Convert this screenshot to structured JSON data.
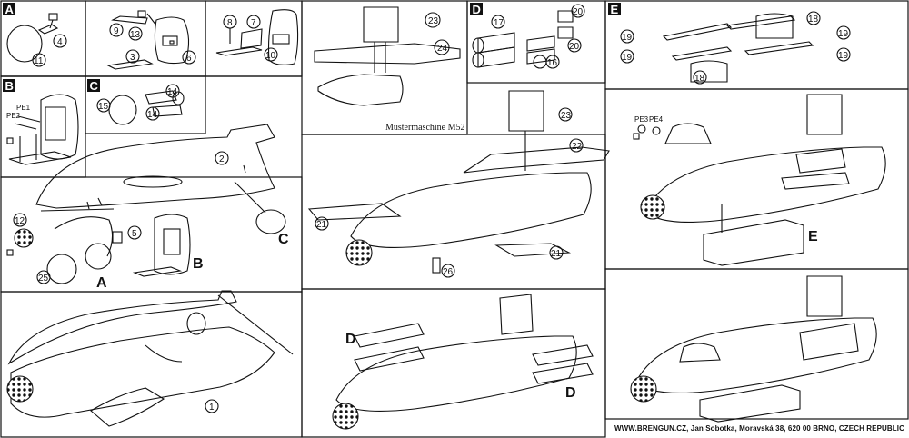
{
  "sections": {
    "a": "A",
    "b": "B",
    "c": "C",
    "d": "D",
    "e": "E"
  },
  "part_numbers": {
    "p1": "1",
    "p2": "2",
    "p3": "3",
    "p4": "4",
    "p5": "5",
    "p6": "6",
    "p7": "7",
    "p8": "8",
    "p9": "9",
    "p10": "10",
    "p11": "11",
    "p12": "12",
    "p13": "13",
    "p14": "14",
    "p15": "15",
    "p16": "16",
    "p17": "17",
    "p18": "18",
    "p19": "19",
    "p20": "20",
    "p21": "21",
    "p22": "22",
    "p23": "23",
    "p24": "24",
    "p25": "25",
    "p26": "26"
  },
  "photo_etch": {
    "pe1": "PE1",
    "pe2": "PE2",
    "pe3": "PE3",
    "pe4": "PE4"
  },
  "callouts": {
    "assembly_a": "A",
    "assembly_b": "B",
    "assembly_c": "C",
    "assembly_d": "D",
    "assembly_e": "E"
  },
  "prototype_caption": "Mustermaschine M52",
  "footer": "WWW.BRENGUN.CZ, Jan Sobotka, Moravská 38, 620 00 BRNO, CZECH REPUBLIC",
  "colors": {
    "ink": "#111111",
    "paper": "#ffffff",
    "section_tag": "#000000"
  }
}
